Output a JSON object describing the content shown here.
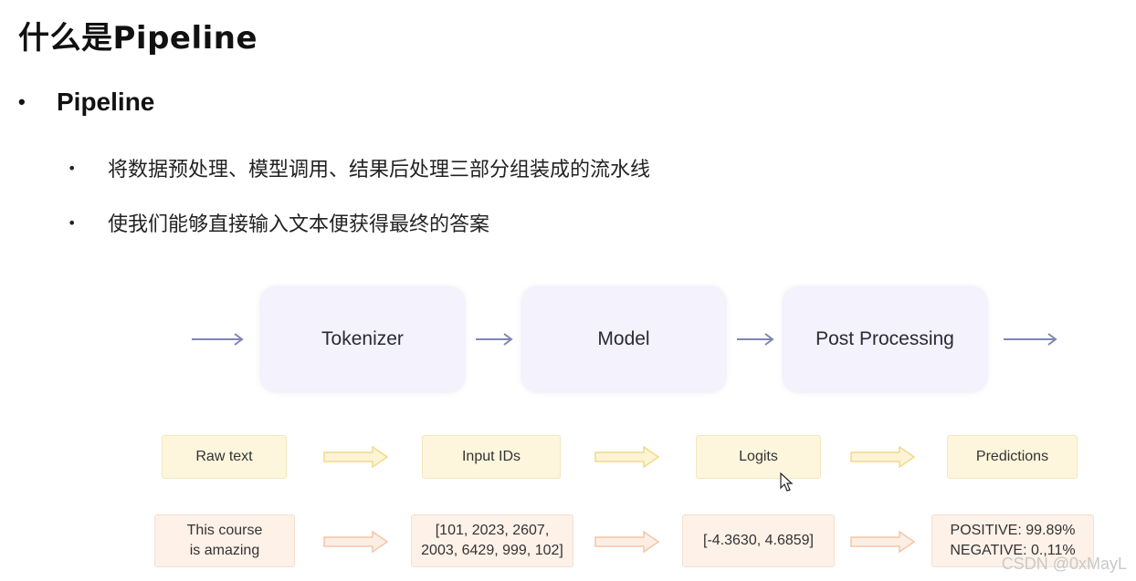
{
  "title": "什么是Pipeline",
  "bullet_main": "Pipeline",
  "sub_bullets": [
    "将数据预处理、模型调用、结果后处理三部分组装成的流水线",
    "使我们能够直接输入文本便获得最终的答案"
  ],
  "stages": [
    "Tokenizer",
    "Model",
    "Post Processing"
  ],
  "data_types": [
    "Raw text",
    "Input IDs",
    "Logits",
    "Predictions"
  ],
  "examples": [
    {
      "line1": "This course",
      "line2": "is amazing"
    },
    {
      "line1": "[101, 2023, 2607,",
      "line2": "2003, 6429, 999, 102]"
    },
    {
      "line1": "[-4.3630, 4.6859]",
      "line2": ""
    },
    {
      "line1": "POSITIVE: 99.89%",
      "line2": "NEGATIVE: 0.,11%"
    }
  ],
  "watermark": "CSDN @0xMayL",
  "colors": {
    "stage_bg": "#f3f2fd",
    "thin_arrow": "#7d86b5",
    "yellow_box": "#fdf6dc",
    "peach_box": "#fdf1e8",
    "fat_arrow_yellow": "#f7e3a3",
    "fat_arrow_peach": "#f6cfb4"
  }
}
